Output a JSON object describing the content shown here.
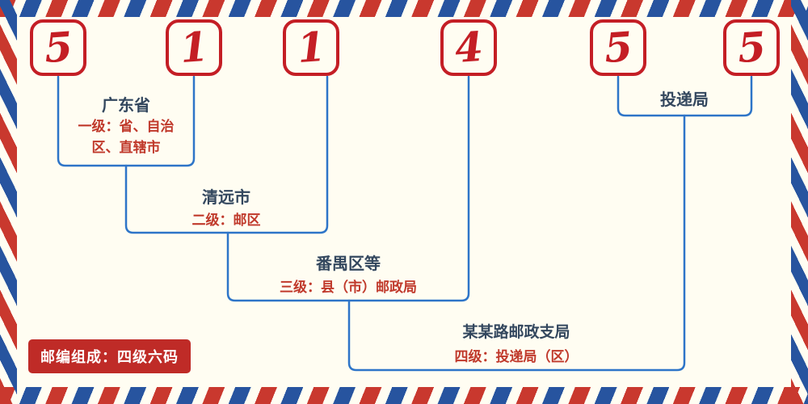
{
  "postal_code": {
    "digits": [
      "5",
      "1",
      "1",
      "4",
      "5",
      "5"
    ]
  },
  "levels": [
    {
      "name": "广东省",
      "desc": "一级：省、自治区、直辖市"
    },
    {
      "name": "清远市",
      "desc": "二级：邮区"
    },
    {
      "name": "番禺区等",
      "desc": "三级：县（市）邮政局"
    },
    {
      "name": "投递局",
      "desc": ""
    },
    {
      "name": "某某路邮政支局",
      "desc": "四级：投递局（区）"
    }
  ],
  "footer_badge": "邮编组成：四级六码",
  "colors": {
    "digit_red": "#c41e25",
    "desc_red": "#c0392b",
    "heading_navy": "#33475e",
    "line_blue": "#2e75c8",
    "stripe_red": "#c9382e",
    "stripe_blue": "#27549f",
    "badge_bg": "#bf2b27",
    "badge_text": "#ffffff",
    "background": "#fffdf2"
  }
}
